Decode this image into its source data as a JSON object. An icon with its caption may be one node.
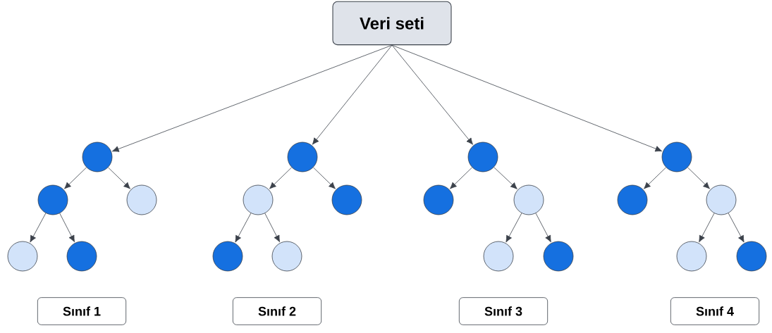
{
  "diagram": {
    "nodes": [
      {
        "text": [
          "Veri seti"
        ]
      },
      {
        "text": [],
        "shape": "circle"
      },
      {
        "text": [],
        "shape": "circle"
      },
      {
        "text": [],
        "shape": "circle"
      },
      {
        "text": [],
        "shape": "circle"
      },
      {
        "text": [],
        "shape": "circle"
      },
      {
        "text": [],
        "shape": "circle"
      },
      {
        "text": [],
        "shape": "circle"
      },
      {
        "text": [],
        "shape": "circle"
      },
      {
        "text": [],
        "shape": "circle"
      },
      {
        "text": [],
        "shape": "circle"
      },
      {
        "text": [],
        "shape": "circle"
      },
      {
        "text": [],
        "shape": "circle"
      },
      {
        "text": [],
        "shape": "circle"
      },
      {
        "text": [],
        "shape": "circle"
      },
      {
        "text": [],
        "shape": "circle"
      },
      {
        "text": [],
        "shape": "circle"
      },
      {
        "text": [],
        "shape": "circle"
      },
      {
        "text": [],
        "shape": "circle"
      },
      {
        "text": [],
        "shape": "circle"
      },
      {
        "text": [],
        "shape": "circle"
      },
      {
        "text": [
          "Sınıf 1"
        ]
      },
      {
        "text": [
          "Sınıf 2"
        ]
      },
      {
        "text": [
          "Sınıf 3"
        ]
      },
      {
        "text": [
          "Sınıf 4"
        ]
      }
    ],
    "edges": [
      {
        "from": 0,
        "to": 1,
        "arrow": "to"
      },
      {
        "from": 0,
        "to": 6,
        "arrow": "to"
      },
      {
        "from": 0,
        "to": 11,
        "arrow": "to"
      },
      {
        "from": 0,
        "to": 16,
        "arrow": "to"
      },
      {
        "from": 1,
        "to": 2,
        "arrow": "to"
      },
      {
        "from": 1,
        "to": 3,
        "arrow": "to"
      },
      {
        "from": 2,
        "to": 4,
        "arrow": "to"
      },
      {
        "from": 2,
        "to": 5,
        "arrow": "to"
      },
      {
        "from": 6,
        "to": 7,
        "arrow": "to"
      },
      {
        "from": 6,
        "to": 8,
        "arrow": "to"
      },
      {
        "from": 7,
        "to": 9,
        "arrow": "to"
      },
      {
        "from": 7,
        "to": 10,
        "arrow": "to"
      },
      {
        "from": 11,
        "to": 12,
        "arrow": "to"
      },
      {
        "from": 11,
        "to": 13,
        "arrow": "to"
      },
      {
        "from": 13,
        "to": 14,
        "arrow": "to"
      },
      {
        "from": 13,
        "to": 15,
        "arrow": "to"
      },
      {
        "from": 16,
        "to": 17,
        "arrow": "to"
      },
      {
        "from": 16,
        "to": 18,
        "arrow": "to"
      },
      {
        "from": 18,
        "to": 19,
        "arrow": "to"
      },
      {
        "from": 18,
        "to": 20,
        "arrow": "to"
      }
    ]
  }
}
